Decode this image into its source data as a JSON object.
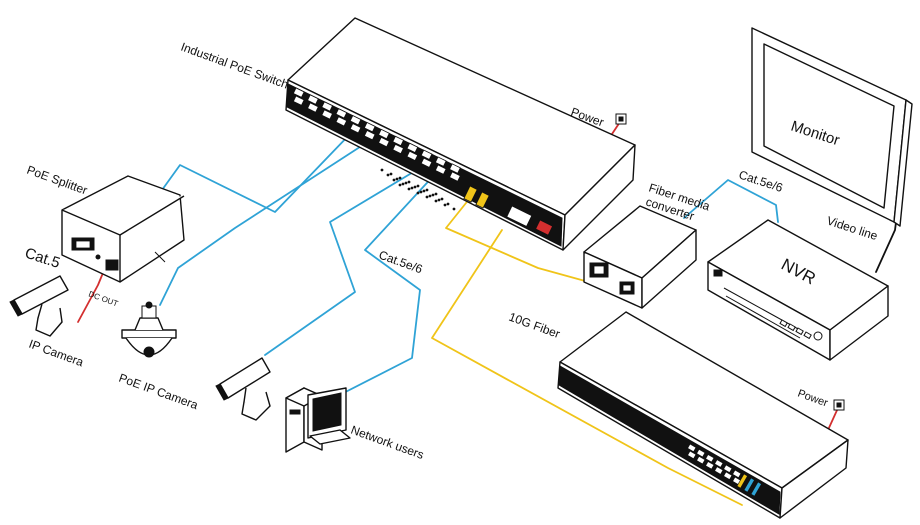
{
  "labels": {
    "industrial_switch": "Industrial PoE Switch",
    "power_top": "Power",
    "power_bottom": "Power",
    "poe_splitter": "PoE Splitter",
    "cat5": "Cat.5",
    "dc_out": "DC OUT",
    "ip_camera": "IP Camera",
    "poe_ip_camera": "PoE IP Camera",
    "cat5e6_middle": "Cat.5e/6",
    "network_users": "Network users",
    "fiber_media_converter_line1": "Fiber media",
    "fiber_media_converter_line2": "converter",
    "cat5e6_nvr": "Cat.5e/6",
    "ten_g_fiber": "10G Fiber",
    "monitor": "Monitor",
    "video_line": "Video line",
    "nvr": "NVR"
  },
  "colors": {
    "ethernet_cable": "#2fa3d6",
    "fiber_cable": "#f0c419",
    "power_cable": "#d32f2f",
    "outline": "#111111"
  },
  "icons": {
    "switch": "industrial-poe-switch-icon",
    "splitter": "poe-splitter-icon",
    "ip_camera": "bullet-camera-icon",
    "dome_camera": "dome-camera-icon",
    "computer": "desktop-computer-icon",
    "media_converter": "fiber-media-converter-icon",
    "nvr": "nvr-icon",
    "monitor": "monitor-icon",
    "fiber_switch": "10g-fiber-switch-icon",
    "power_socket": "power-socket-icon"
  }
}
